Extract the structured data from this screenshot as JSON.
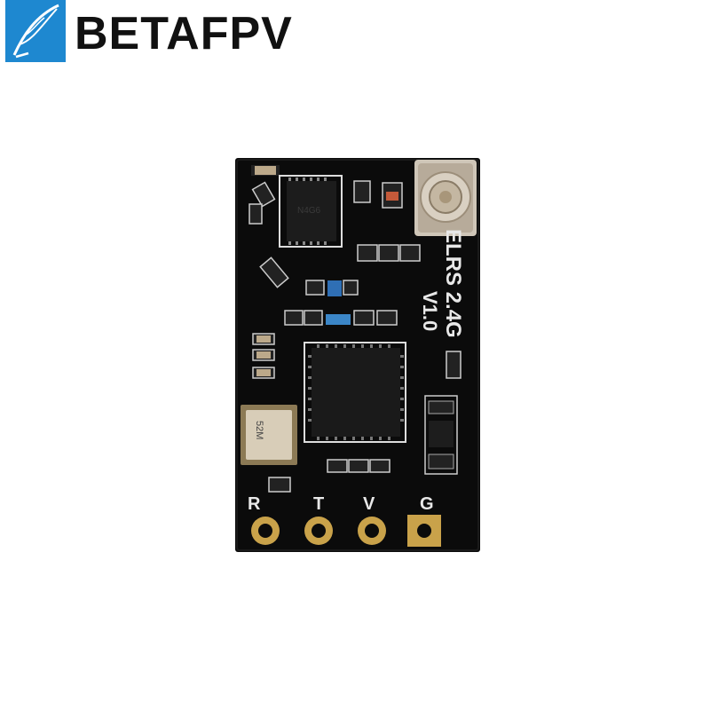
{
  "brand": {
    "name": "BETAFPV",
    "logo_color": "#1e88d0"
  },
  "board": {
    "silkscreen_model": "ELRS 2.4G",
    "silkscreen_version": "V1.0",
    "pins": [
      "R",
      "T",
      "V",
      "G"
    ],
    "crystal_text": "52M",
    "pcb_color": "#0b0b0b",
    "pad_color": "#c9a24a"
  }
}
